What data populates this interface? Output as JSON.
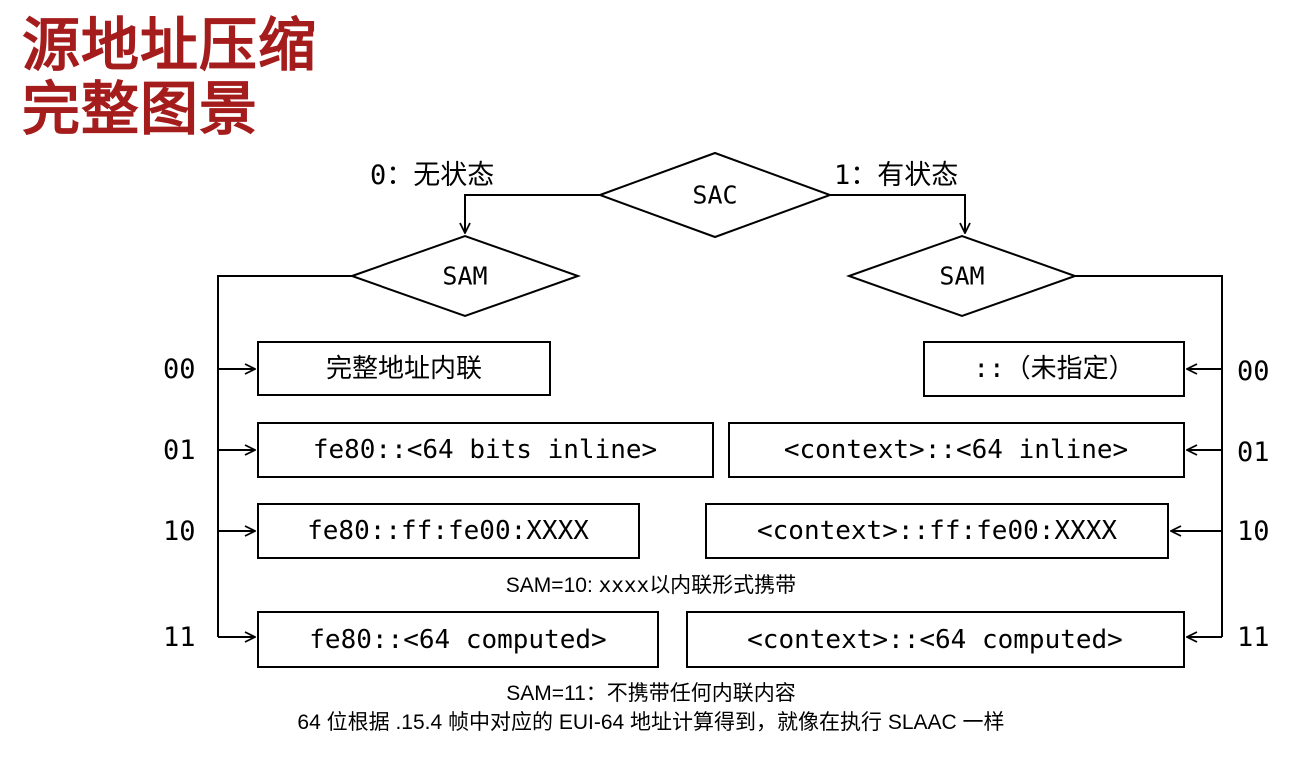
{
  "title": {
    "line1": "源地址压缩",
    "line2": "完整图景",
    "color": "#a51c1c"
  },
  "diagram": {
    "root": "SAC",
    "left_branch_label": "0：无状态",
    "right_branch_label": "1：有状态",
    "left_sam": "SAM",
    "right_sam": "SAM",
    "left_rows": [
      {
        "code": "00",
        "text": "完整地址内联"
      },
      {
        "code": "01",
        "text": "fe80::<64 bits inline>"
      },
      {
        "code": "10",
        "text": "fe80::ff:fe00:XXXX"
      },
      {
        "code": "11",
        "text": "fe80::<64 computed>"
      }
    ],
    "right_rows": [
      {
        "code": "00",
        "text": "::（未指定）"
      },
      {
        "code": "01",
        "text": "<context>::<64 inline>"
      },
      {
        "code": "10",
        "text": "<context>::ff:fe00:XXXX"
      },
      {
        "code": "11",
        "text": "<context>::<64 computed>"
      }
    ]
  },
  "notes": {
    "sam10_label": "SAM=10",
    "sam10_colon": ": ",
    "sam10_code": "xxxx",
    "sam10_text": "以内联形式携带",
    "sam11_line1": "SAM=11：不携带任何内联内容",
    "sam11_line2": "64 位根据 .15.4 帧中对应的 EUI-64 地址计算得到，就像在执行 SLAAC 一样"
  }
}
